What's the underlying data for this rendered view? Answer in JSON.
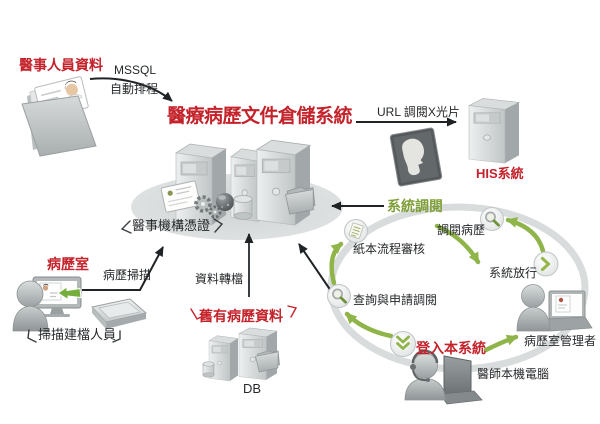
{
  "colors": {
    "red": "#c4232b",
    "green_text": "#7f9f3a",
    "green_arrow": "#8fb54a",
    "ring_gray": "#d9dcdc"
  },
  "system": {
    "title": "醫療病歷文件倉儲系統",
    "cert_label": "醫事機構憑證"
  },
  "staff_feed": {
    "label": "醫事人員資料",
    "protocol": "MSSQL",
    "schedule": "自動排程"
  },
  "his": {
    "arrow_label": "URL 調閱X光片",
    "label": "HIS系統"
  },
  "scan_area": {
    "room": "病歷室",
    "scan": "病歷掃描",
    "staff": "掃描建檔人員"
  },
  "legacy": {
    "convert": "資料轉檔",
    "label": "舊有病歷資料",
    "db": "DB"
  },
  "cycle": {
    "system_retrieve": "系統調閱",
    "paper_review": "紙本流程審核",
    "view_records": "調閱病歷",
    "system_release": "系統放行",
    "query_request": "查詢與申請調閱",
    "login": "登入本系統",
    "manager": "病歷室管理者",
    "doctor_pc": "醫師本機電腦"
  },
  "icons": {
    "folder-icon": "open folder with id card",
    "server-tower-icon": "3d server tower",
    "certificate-icon": "certificate card",
    "gear-icon": "⚙",
    "sphere-icon": "dark sphere",
    "database-cylinder-icon": "cylinder",
    "xray-film-icon": "x-ray film with face profile",
    "document-icon": "📄",
    "magnifier-icon": "🔍",
    "chevron-right-icon": "❯",
    "chevron-double-down-icon": "⋁⋁",
    "person-icon": "person silhouette",
    "scanner-icon": "flatbed scanner",
    "monitor-icon": "monitor with id card",
    "laptop-icon": "laptop",
    "headset-icon": "headset"
  }
}
